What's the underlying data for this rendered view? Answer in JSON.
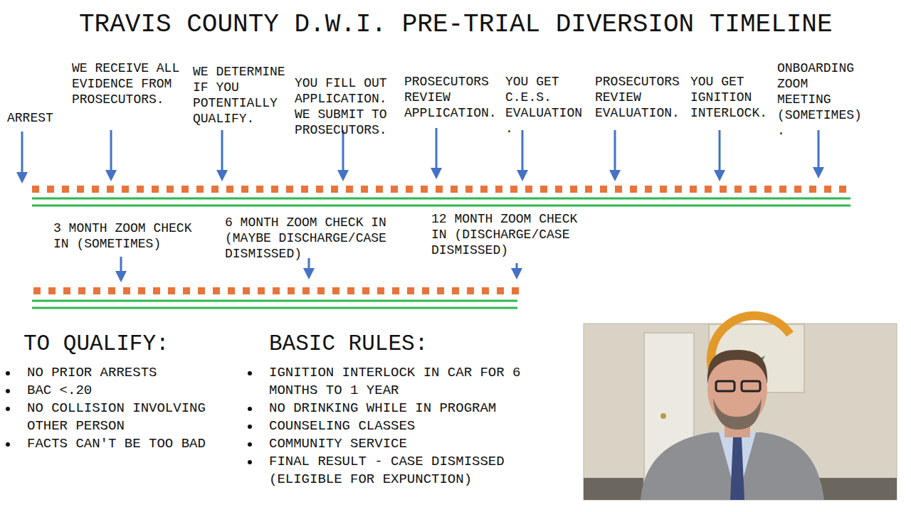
{
  "diagram": {
    "title": "TRAVIS COUNTY D.W.I. PRE-TRIAL DIVERSION TIMELINE",
    "labels": [
      "ARREST",
      "WE RECEIVE ALL EVIDENCE FROM PROSECUTORS.",
      "WE DETERMINE IF YOU POTENTIALLY QUALIFY.",
      "YOU FILL OUT APPLICATION. WE SUBMIT TO PROSECUTORS.",
      "PROSECUTORS REVIEW APPLICATION.",
      "YOU GET C.E.S. EVALUATION .",
      "PROSECUTORS REVIEW EVALUATION.",
      "YOU GET IGNITION INTERLOCK.",
      "ONBOARDING ZOOM MEETING (SOMETIMES) .",
      "3 MONTH ZOOM CHECK IN (SOMETIMES)",
      "6 MONTH ZOOM CHECK IN (MAYBE DISCHARGE/CASE DISMISSED)",
      "12 MONTH ZOOM CHECK IN (DISCHARGE/CASE DISMISSED)",
      "TO QUALIFY:",
      "NO PRIOR ARRESTS",
      "BAC <.20",
      "NO COLLISION INVOLVING OTHER PERSON",
      "FACTS CAN'T BE TOO BAD",
      "BASIC RULES:",
      "IGNITION INTERLOCK IN CAR FOR 6 MONTHS TO 1 YEAR",
      "NO DRINKING WHILE IN PROGRAM",
      "COUNSELING CLASSES",
      "COMMUNITY SERVICE",
      "FINAL RESULT - CASE DISMISSED (ELIGIBLE FOR EXPUNCTION)"
    ]
  }
}
